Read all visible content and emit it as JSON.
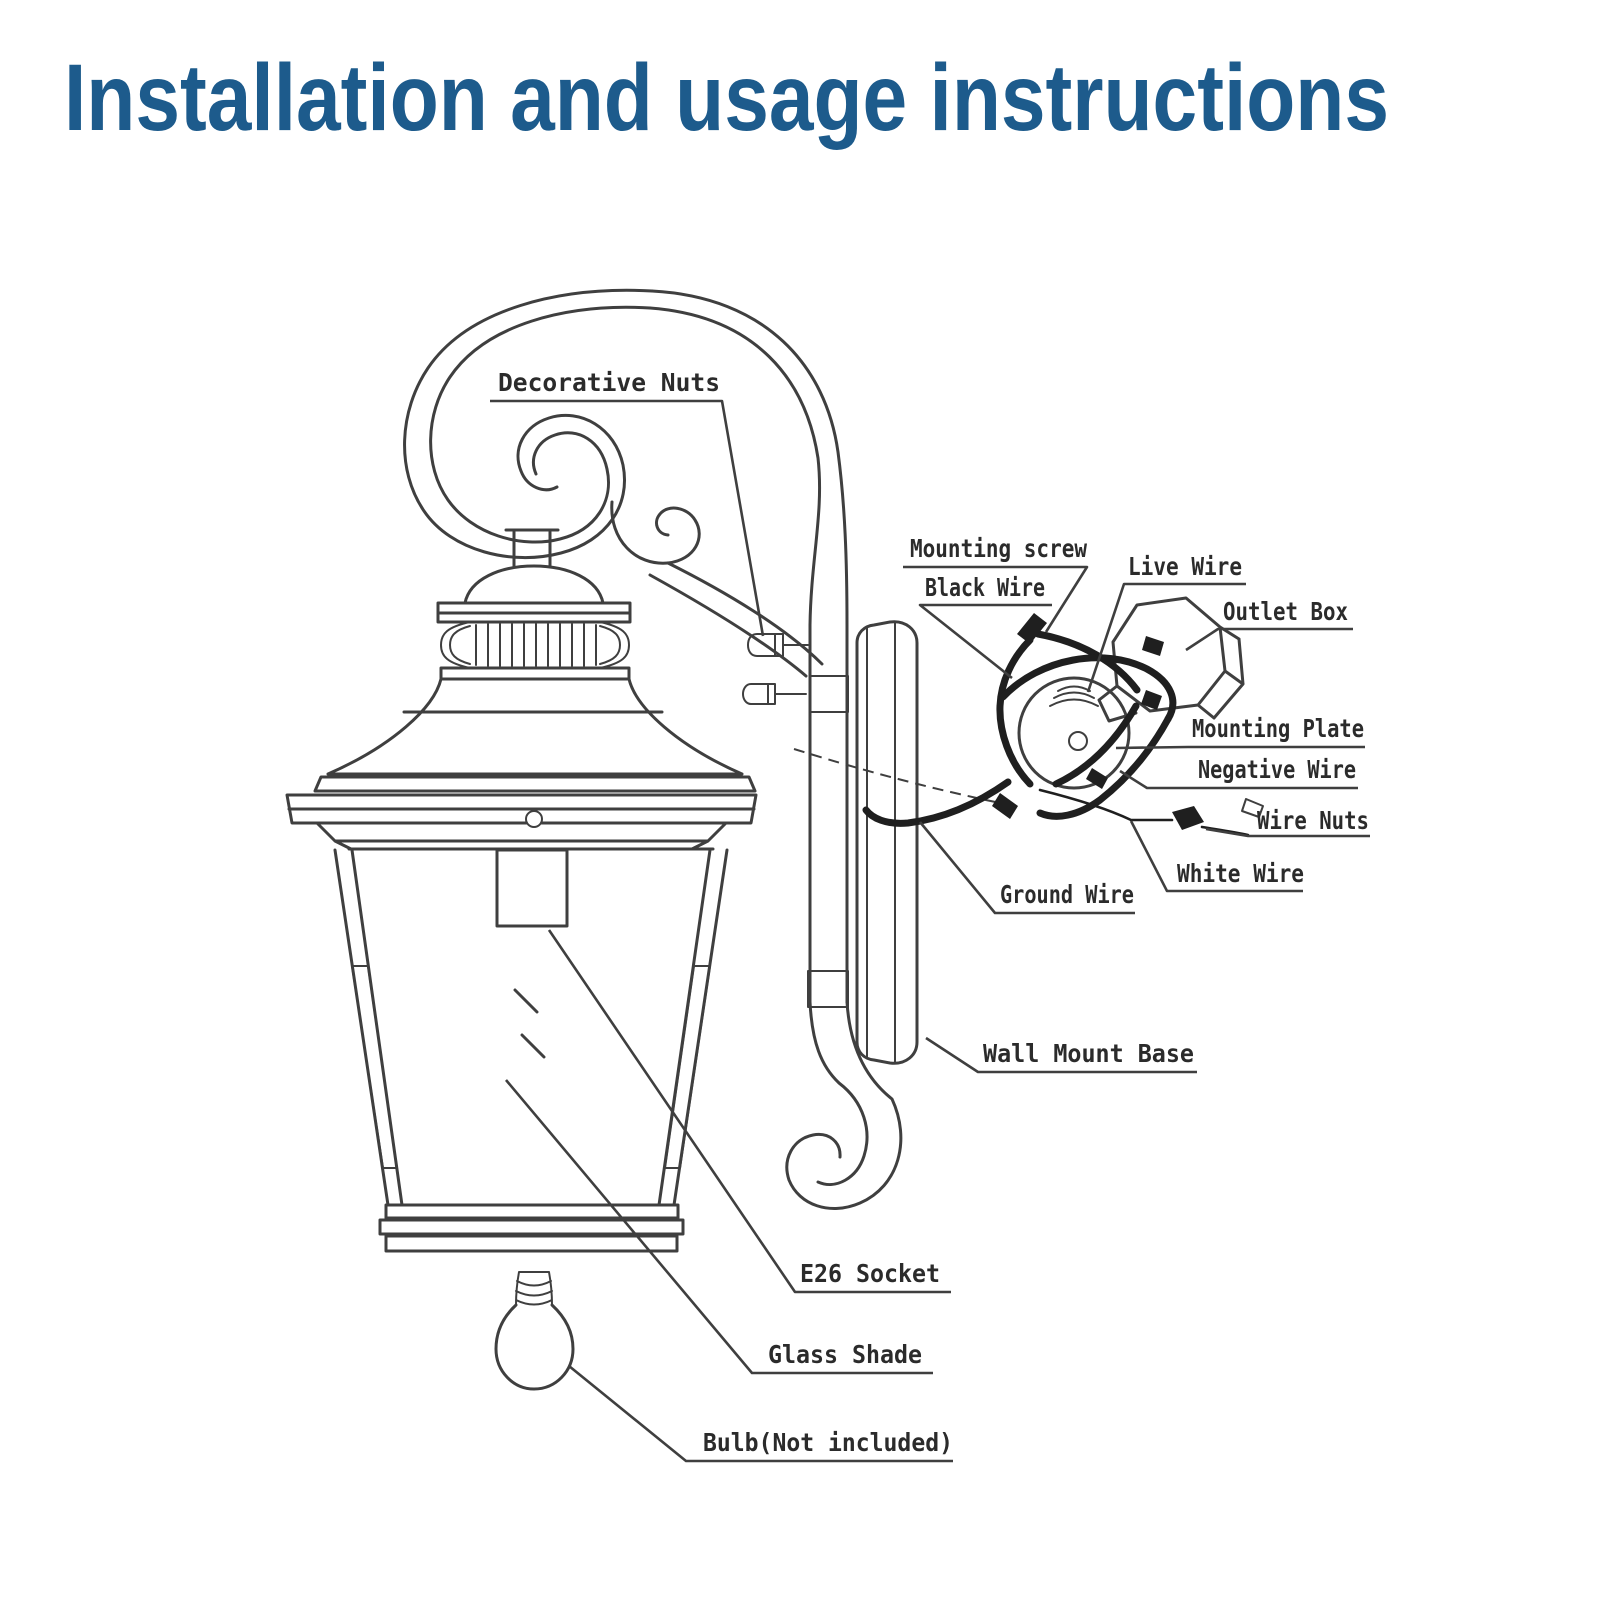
{
  "title": "Installation and usage instructions",
  "colors": {
    "title": "#1d5b8c",
    "line": "#3f3f3f",
    "wire": "#1f1f1f",
    "label": "#2b2b2b",
    "background": "#ffffff"
  },
  "labels": {
    "decorative_nuts": "Decorative Nuts",
    "mounting_screw": "Mounting screw",
    "black_wire": "Black Wire",
    "live_wire": "Live Wire",
    "outlet_box": "Outlet Box",
    "mounting_plate": "Mounting Plate",
    "negative_wire": "Negative Wire",
    "wire_nuts": "Wire Nuts",
    "white_wire": "White Wire",
    "ground_wire": "Ground Wire",
    "wall_mount_base": "Wall Mount Base",
    "e26_socket": "E26 Socket",
    "glass_shade": "Glass Shade",
    "bulb": "Bulb(Not included)"
  }
}
